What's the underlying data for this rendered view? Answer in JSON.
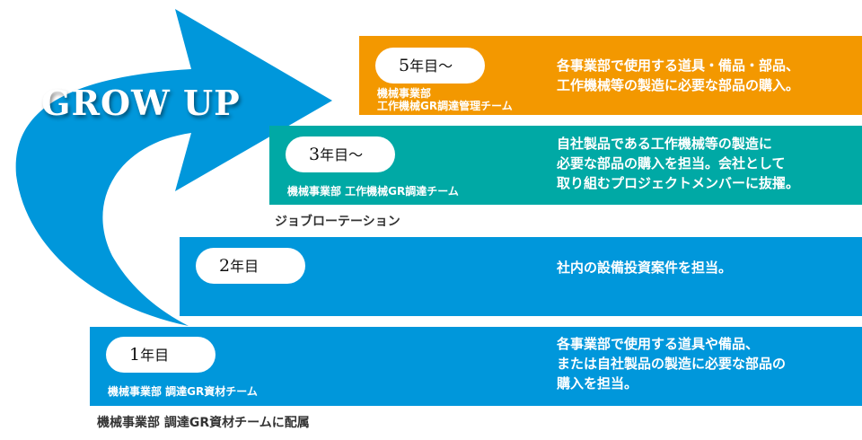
{
  "title": "GROW UP",
  "colors": {
    "year5": "#f39800",
    "year3": "#00a9a5",
    "year2": "#0097db",
    "year1": "#0097db",
    "arrow": "#0097db"
  },
  "steps": {
    "year5": {
      "num": "5",
      "unit": "年目〜",
      "team_lines": [
        "機械事業部",
        "工作機械GR調達管理チーム"
      ],
      "desc_lines": [
        "各事業部で使用する道具・備品・部品、",
        "工作機械等の製造に必要な部品の購入。"
      ]
    },
    "year3": {
      "num": "3",
      "unit": "年目〜",
      "team_lines": [
        "機械事業部  工作機械GR調達チーム"
      ],
      "desc_lines": [
        "自社製品である工作機械等の製造に",
        "必要な部品の購入を担当。会社として",
        "取り組むプロジェクトメンバーに抜擢。"
      ]
    },
    "year2": {
      "num": "2",
      "unit": "年目",
      "desc_lines": [
        "社内の設備投資案件を担当。"
      ]
    },
    "year1": {
      "num": "1",
      "unit": "年目",
      "team_lines": [
        "機械事業部  調達GR資材チーム"
      ],
      "desc_lines": [
        "各事業部で使用する道具や備品、",
        "または自社製品の製造に必要な部品の",
        "購入を担当。"
      ]
    }
  },
  "captions": {
    "rotation": "ジョブローテーション",
    "assignment": "機械事業部  調達GR資材チームに配属"
  }
}
